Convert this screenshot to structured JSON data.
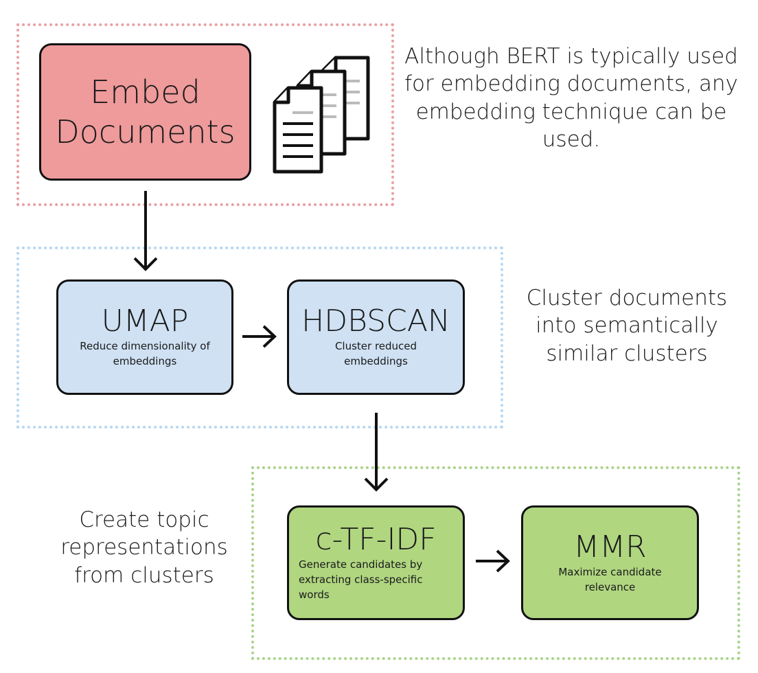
{
  "embed": {
    "title_line1": "Embed",
    "title_line2": "Documents",
    "note": "Although BERT is typically used for embedding documents, any embedding technique can be used."
  },
  "cluster": {
    "umap": {
      "title": "UMAP",
      "subtitle": "Reduce dimensionality of embeddings"
    },
    "hdbscan": {
      "title": "HDBSCAN",
      "subtitle": "Cluster reduced embeddings"
    },
    "note": "Cluster documents into semantically similar clusters"
  },
  "topic": {
    "ctfidf": {
      "title": "c-TF-IDF",
      "subtitle": "Generate candidates by extracting class-specific words"
    },
    "mmr": {
      "title": "MMR",
      "subtitle": "Maximize candidate relevance"
    },
    "note": "Create topic representations from clusters"
  },
  "colors": {
    "embed_fill": "#ef9a9b",
    "embed_border": "#e8a0a3",
    "cluster_fill": "#cfe1f3",
    "cluster_border": "#b5d7f2",
    "topic_fill": "#b0d680",
    "topic_border": "#a9d28a"
  },
  "icons": [
    "documents-icon",
    "arrow-down-icon",
    "arrow-right-icon"
  ]
}
